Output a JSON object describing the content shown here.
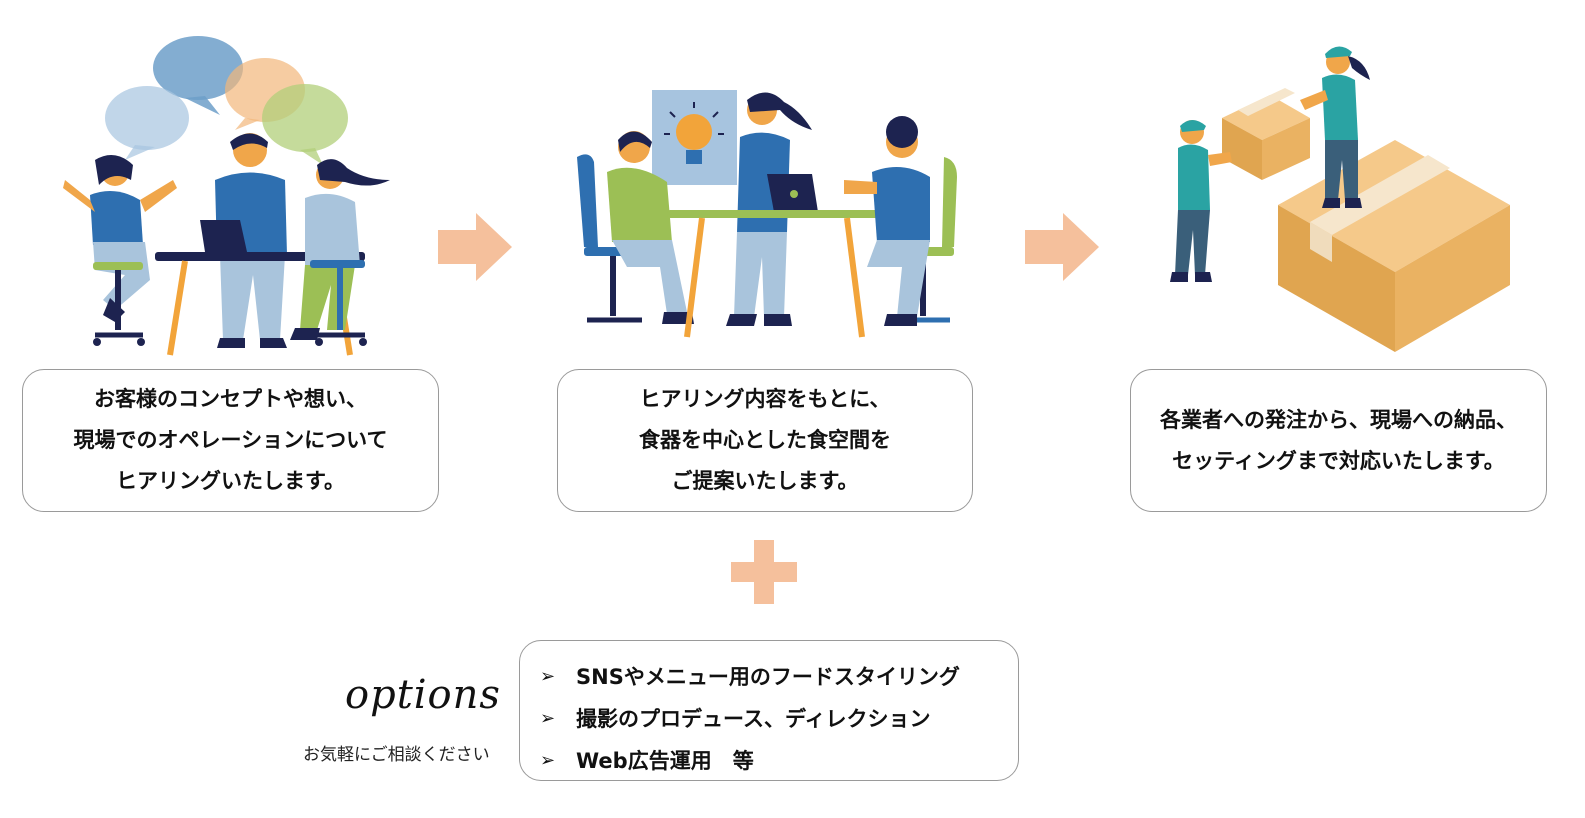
{
  "steps": [
    {
      "illustration": "team-meeting-speech-bubbles-illustration",
      "lines": [
        "お客様のコンセプトや想い、",
        "現場でのオペレーションについて",
        "ヒアリングいたします。"
      ]
    },
    {
      "illustration": "idea-lightbulb-presentation-illustration",
      "lines": [
        "ヒアリング内容をもとに、",
        "食器を中心とした食空間を",
        "ご提案いたします。"
      ]
    },
    {
      "illustration": "package-delivery-illustration",
      "lines": [
        "各業者への発注から、現場への納品、",
        "セッティングまで対応いたします。"
      ]
    }
  ],
  "options": {
    "title": "options",
    "subtitle": "お気軽にご相談ください",
    "bullet": "➢",
    "items": [
      "SNSやメニュー用のフードスタイリング",
      "撮影のプロデュース、ディレクション",
      "Web広告運用　等"
    ]
  },
  "colors": {
    "accent_peach": "#f5c09c",
    "navy": "#1d2350",
    "blue": "#2e6fb0",
    "light_blue": "#a9c4dc",
    "green": "#9cbf55",
    "orange": "#f2a43a",
    "box_border": "#9a9a9a"
  }
}
